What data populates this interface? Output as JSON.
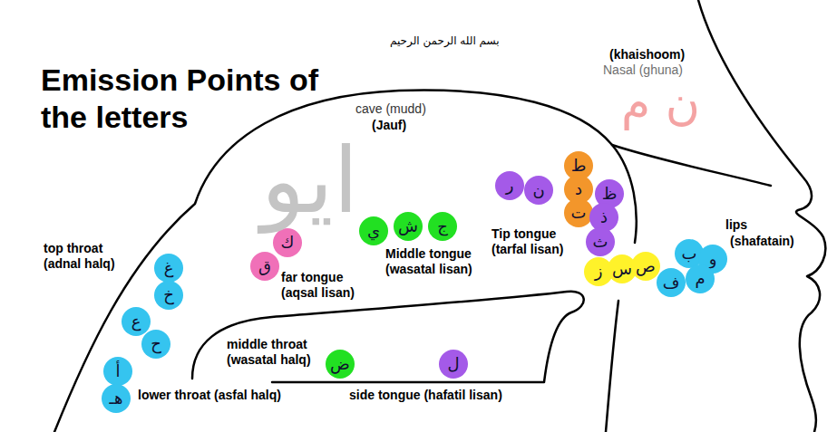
{
  "diagram": {
    "title": "Emission Points of the letters",
    "nodes": [
      {
        "text": [
          "غ"
        ]
      },
      {
        "text": [
          "خ"
        ]
      },
      {
        "text": [
          "ع"
        ]
      },
      {
        "text": [
          "ح"
        ]
      },
      {
        "text": [
          "أ"
        ]
      },
      {
        "text": [
          "هـ"
        ]
      },
      {
        "text": [
          "ك"
        ]
      },
      {
        "text": [
          "ق"
        ]
      },
      {
        "text": [
          "ج"
        ]
      },
      {
        "text": [
          "ش"
        ]
      },
      {
        "text": [
          "ي"
        ]
      },
      {
        "text": [
          "ر"
        ]
      },
      {
        "text": [
          "ن"
        ]
      },
      {
        "text": [
          "ط"
        ]
      },
      {
        "text": [
          "د"
        ]
      },
      {
        "text": [
          "ت"
        ]
      },
      {
        "text": [
          "ظ"
        ]
      },
      {
        "text": [
          "ذ"
        ]
      },
      {
        "text": [
          "ث"
        ]
      },
      {
        "text": [
          "ز"
        ]
      },
      {
        "text": [
          "س"
        ]
      },
      {
        "text": [
          "ص"
        ]
      },
      {
        "text": [
          "ب"
        ]
      },
      {
        "text": [
          "و"
        ]
      },
      {
        "text": [
          "م"
        ]
      },
      {
        "text": [
          "ف"
        ]
      },
      {
        "text": [
          "ض"
        ]
      },
      {
        "text": [
          "ل"
        ]
      }
    ],
    "labels": [
      "بسم الله الرحمن الرحيم",
      "cave (mudd)",
      "(Jauf)",
      "ايو",
      "(khaishoom)",
      "Nasal (ghuna)",
      "ن م",
      "top throat (adnal halq)",
      "middle throat (wasatal halq)",
      "lower throat (asfal halq)",
      "far tongue (aqsal lisan)",
      "Middle tongue (wasatal lisan)",
      "Tip tongue (tarfal lisan)",
      "side tongue (hafatil lisan)",
      "lips",
      "(shafatain)"
    ]
  }
}
